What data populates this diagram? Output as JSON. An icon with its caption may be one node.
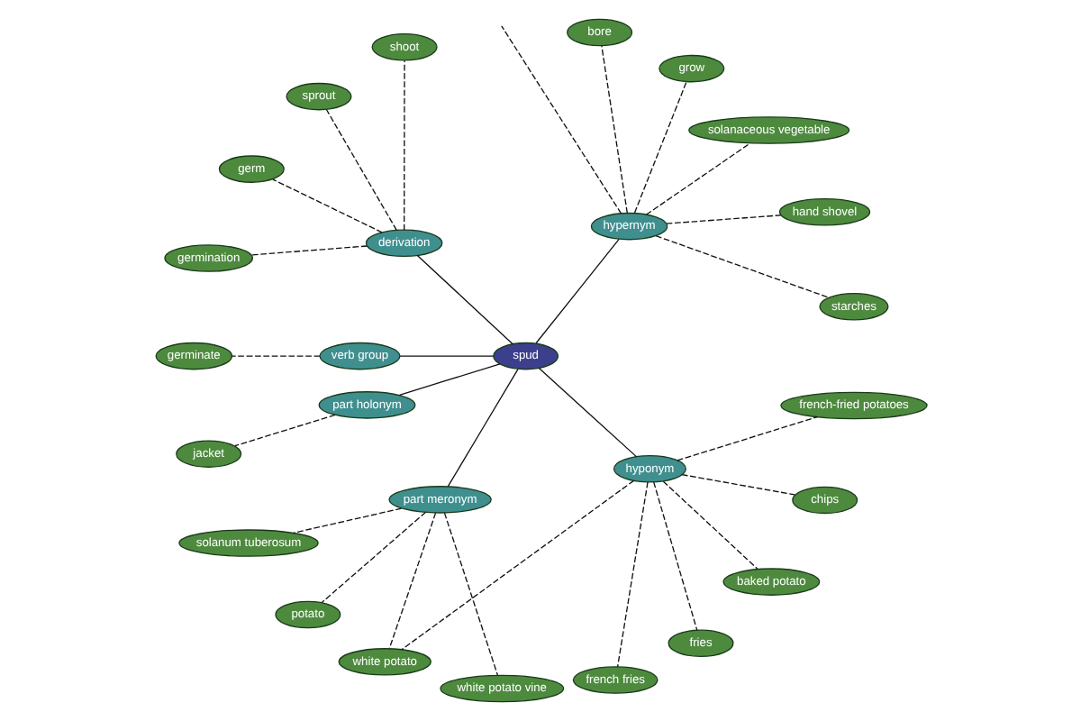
{
  "diagram": {
    "nodes": [
      {
        "text": [
          "starches"
        ]
      },
      {
        "text": [
          "hand shovel"
        ]
      },
      {
        "text": [
          "solanaceous vegetable"
        ]
      },
      {
        "text": [
          "hypernym"
        ]
      },
      {
        "text": [
          "grow"
        ]
      },
      {
        "text": [
          "bore"
        ]
      },
      {
        "text": [
          "shoot"
        ]
      },
      {
        "text": [
          "sprout"
        ]
      },
      {
        "text": [
          "germ"
        ]
      },
      {
        "text": [
          "derivation"
        ]
      },
      {
        "text": [
          "germination"
        ]
      },
      {
        "text": [
          "germinate"
        ]
      },
      {
        "text": [
          "verb group"
        ]
      },
      {
        "text": [
          "spud"
        ]
      },
      {
        "text": [
          "part holonym"
        ]
      },
      {
        "text": [
          "jacket"
        ]
      },
      {
        "text": [
          "solanum tuberosum"
        ]
      },
      {
        "text": [
          "part meronym"
        ]
      },
      {
        "text": [
          "hyponym"
        ]
      },
      {
        "text": [
          "french fries"
        ]
      },
      {
        "text": [
          "potato"
        ]
      },
      {
        "text": [
          "fries"
        ]
      },
      {
        "text": [
          "white potato"
        ]
      },
      {
        "text": [
          "baked potato"
        ]
      },
      {
        "text": [
          "chips"
        ]
      },
      {
        "text": [
          "white potato vine"
        ]
      },
      {
        "text": [
          "french-fried potatoes"
        ]
      }
    ],
    "edges": [
      {
        "from": 13,
        "to": 3,
        "arrow": "none"
      },
      {
        "from": 13,
        "to": 9,
        "arrow": "none"
      },
      {
        "from": 13,
        "to": 12,
        "arrow": "none"
      },
      {
        "from": 13,
        "to": 14,
        "arrow": "none"
      },
      {
        "from": 13,
        "to": 17,
        "arrow": "none"
      },
      {
        "from": 13,
        "to": 18,
        "arrow": "none"
      },
      {
        "from": 3,
        "to": 0,
        "arrow": "none",
        "style": "dashed"
      },
      {
        "from": 3,
        "to": 1,
        "arrow": "none",
        "style": "dashed"
      },
      {
        "from": 3,
        "to": 2,
        "arrow": "none",
        "style": "dashed"
      },
      {
        "from": 3,
        "to": 4,
        "arrow": "none",
        "style": "dashed"
      },
      {
        "from": 3,
        "to": 5,
        "arrow": "none",
        "style": "dashed"
      },
      {
        "from": 3,
        "to": null,
        "arrow": "none",
        "style": "dashed"
      },
      {
        "from": 9,
        "to": 6,
        "arrow": "none",
        "style": "dashed"
      },
      {
        "from": 9,
        "to": 7,
        "arrow": "none",
        "style": "dashed"
      },
      {
        "from": 9,
        "to": 8,
        "arrow": "none",
        "style": "dashed"
      },
      {
        "from": 9,
        "to": 10,
        "arrow": "none",
        "style": "dashed"
      },
      {
        "from": 12,
        "to": 11,
        "arrow": "none",
        "style": "dashed"
      },
      {
        "from": 14,
        "to": 15,
        "arrow": "none",
        "style": "dashed"
      },
      {
        "from": 17,
        "to": 16,
        "arrow": "none",
        "style": "dashed"
      },
      {
        "from": 17,
        "to": 20,
        "arrow": "none",
        "style": "dashed"
      },
      {
        "from": 17,
        "to": 25,
        "arrow": "none",
        "style": "dashed"
      },
      {
        "from": 17,
        "to": 22,
        "arrow": "none",
        "style": "dashed"
      },
      {
        "from": 18,
        "to": 19,
        "arrow": "none",
        "style": "dashed"
      },
      {
        "from": 18,
        "to": 21,
        "arrow": "none",
        "style": "dashed"
      },
      {
        "from": 18,
        "to": 23,
        "arrow": "none",
        "style": "dashed"
      },
      {
        "from": 18,
        "to": 22,
        "arrow": "none",
        "style": "dashed"
      },
      {
        "from": 18,
        "to": 24,
        "arrow": "none",
        "style": "dashed"
      },
      {
        "from": 18,
        "to": 26,
        "arrow": "none",
        "style": "dashed"
      }
    ]
  }
}
